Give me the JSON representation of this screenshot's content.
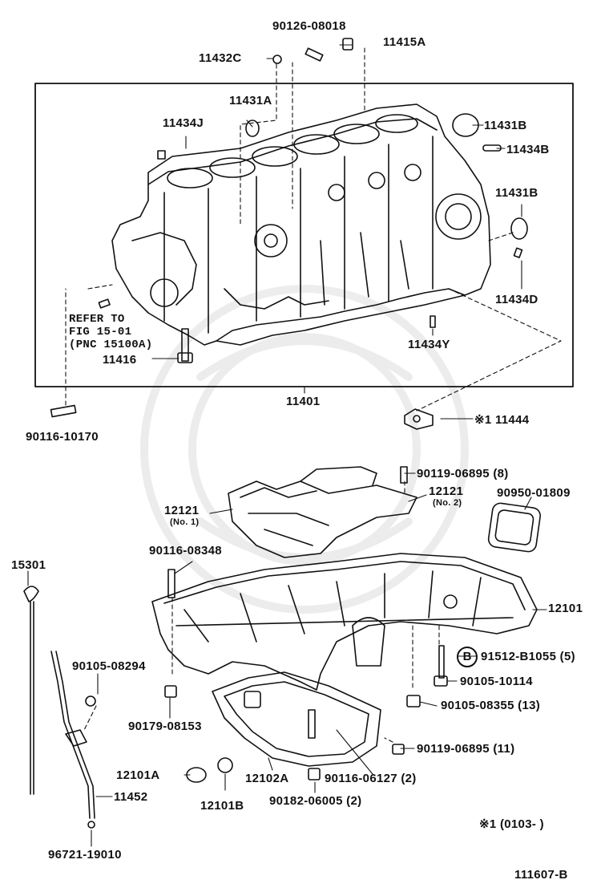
{
  "labels": {
    "p90126_08018": "90126-08018",
    "p11415A": "11415A",
    "p11432C": "11432C",
    "p11431A": "11431A",
    "p11434J": "11434J",
    "p11431B_top": "11431B",
    "p11434B": "11434B",
    "p11431B_mid": "11431B",
    "p11434D": "11434D",
    "ref1": "REFER TO",
    "ref2": "FIG 15-01",
    "ref3": "(PNC 15100A)",
    "p11416": "11416",
    "p11434Y": "11434Y",
    "p11401": "11401",
    "p90116_10170": "90116-10170",
    "p11444": "※1 11444",
    "p90119_06895_8": "90119-06895 (8)",
    "p12121_no2": "12121",
    "no2": "(No. 2)",
    "p90950_01809": "90950-01809",
    "p12121_no1": "12121",
    "no1": "(No. 1)",
    "p90116_08348": "90116-08348",
    "p15301": "15301",
    "p12101": "12101",
    "b_circle": "B",
    "p91512_B1055": "91512-B1055 (5)",
    "p90105_08294": "90105-08294",
    "p90105_10114": "90105-10114",
    "p90105_08355": "90105-08355 (13)",
    "p90179_08153": "90179-08153",
    "p90119_06895_11": "90119-06895 (11)",
    "p12101A": "12101A",
    "p12102A": "12102A",
    "p90116_06127": "90116-06127 (2)",
    "p11452": "11452",
    "p12101B": "12101B",
    "p90182_06005": "90182-06005 (2)",
    "note": "※1 (0103-        )",
    "p96721_19010": "96721-19010",
    "fig_code": "111607-B"
  }
}
